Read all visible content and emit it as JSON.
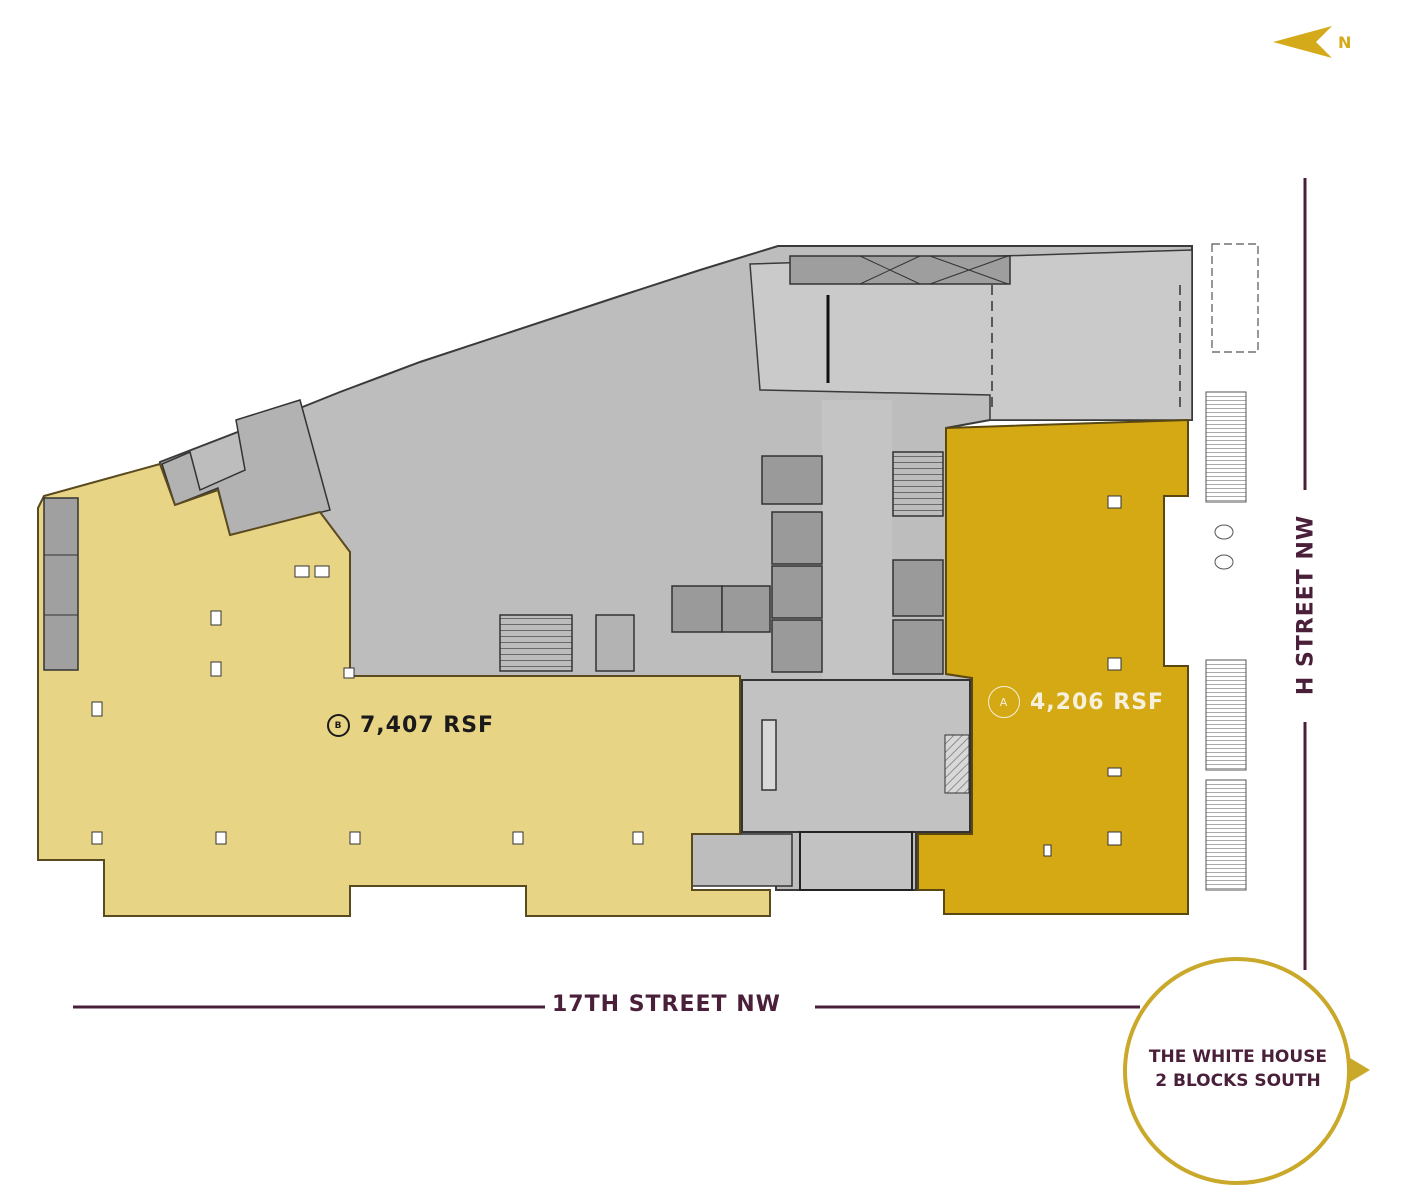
{
  "map": {
    "type": "retail floor plan",
    "compass": {
      "label": "N",
      "icon": "north-arrow-icon",
      "color": "#d4aa1a"
    },
    "streets": [
      {
        "id": "17th",
        "label": "17TH STREET NW",
        "orientation": "horizontal"
      },
      {
        "id": "h",
        "label": "H STREET NW",
        "orientation": "vertical"
      }
    ],
    "suites": [
      {
        "id": "A",
        "badge": "A",
        "area": "4,206 RSF",
        "fill": "#d4a913"
      },
      {
        "id": "B",
        "badge": "B",
        "area": "7,407 RSF",
        "fill": "#e8d485"
      }
    ],
    "landmark": {
      "line1": "THE WHITE HOUSE",
      "line2": "2 BLOCKS SOUTH",
      "ring_color": "#c9a82a",
      "icon": "pointer-arrow-icon"
    },
    "colors": {
      "common_area": "#bdbdbd",
      "core_area": "#a9a9a9",
      "light_area": "#cacaca",
      "street_line": "#4a1f3a",
      "wall": "#3a3a3a"
    }
  }
}
